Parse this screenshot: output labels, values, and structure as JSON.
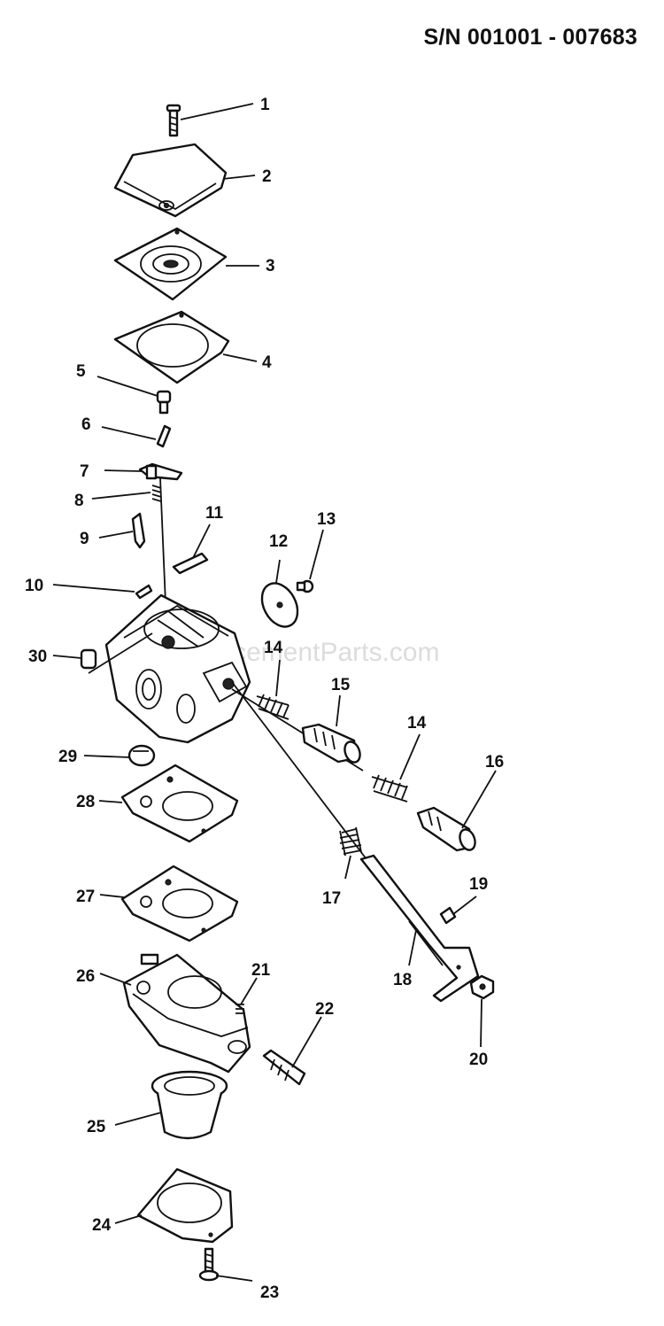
{
  "header": {
    "serial_range": "S/N 001001 - 007683"
  },
  "watermark": "eReplacementParts.com",
  "callouts": [
    {
      "id": "c1",
      "label": "1"
    },
    {
      "id": "c2",
      "label": "2"
    },
    {
      "id": "c3",
      "label": "3"
    },
    {
      "id": "c4",
      "label": "4"
    },
    {
      "id": "c5",
      "label": "5"
    },
    {
      "id": "c6",
      "label": "6"
    },
    {
      "id": "c7",
      "label": "7"
    },
    {
      "id": "c8",
      "label": "8"
    },
    {
      "id": "c9",
      "label": "9"
    },
    {
      "id": "c10",
      "label": "10"
    },
    {
      "id": "c11",
      "label": "11"
    },
    {
      "id": "c12",
      "label": "12"
    },
    {
      "id": "c13",
      "label": "13"
    },
    {
      "id": "c14a",
      "label": "14"
    },
    {
      "id": "c14b",
      "label": "14"
    },
    {
      "id": "c15",
      "label": "15"
    },
    {
      "id": "c16",
      "label": "16"
    },
    {
      "id": "c17",
      "label": "17"
    },
    {
      "id": "c18",
      "label": "18"
    },
    {
      "id": "c19",
      "label": "19"
    },
    {
      "id": "c20",
      "label": "20"
    },
    {
      "id": "c21",
      "label": "21"
    },
    {
      "id": "c22",
      "label": "22"
    },
    {
      "id": "c23",
      "label": "23"
    },
    {
      "id": "c24",
      "label": "24"
    },
    {
      "id": "c25",
      "label": "25"
    },
    {
      "id": "c26",
      "label": "26"
    },
    {
      "id": "c27",
      "label": "27"
    },
    {
      "id": "c28",
      "label": "28"
    },
    {
      "id": "c29",
      "label": "29"
    },
    {
      "id": "c30",
      "label": "30"
    }
  ]
}
